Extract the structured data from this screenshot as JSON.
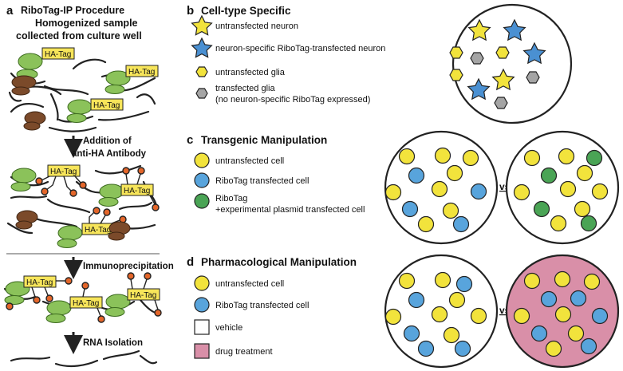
{
  "panel_a": {
    "letter": "a",
    "title_line1": "RiboTag-IP Procedure",
    "title_line2": "Homogenized sample",
    "title_line3": "collected from culture well",
    "tag_label": "HA-Tag",
    "step1_line1": "Addition of",
    "step1_line2": "anti-HA Antibody",
    "step2": "Immunoprecipitation",
    "step3": "RNA Isolation"
  },
  "panel_b": {
    "letter": "b",
    "title": "Cell-type Specific",
    "legend": [
      {
        "shape": "star",
        "color": "#f2e33c",
        "label": "untransfected neuron"
      },
      {
        "shape": "star",
        "color": "#4a90d2",
        "label": "neuron-specific RiboTag-transfected neuron"
      },
      {
        "shape": "hexagon",
        "color": "#f2e33c",
        "label": "untransfected glia"
      },
      {
        "shape": "hexagon",
        "color": "#a5a5a5",
        "label": "transfected glia",
        "label2": "(no neuron-specific RiboTag expressed)"
      }
    ]
  },
  "panel_c": {
    "letter": "c",
    "title": "Transgenic Manipulation",
    "legend": [
      {
        "color": "#f2e33c",
        "label": "untransfected cell"
      },
      {
        "color": "#58a4dc",
        "label": "RiboTag transfected cell"
      },
      {
        "color": "#4aa455",
        "label": "RiboTag",
        "label2": "+experimental plasmid transfected cell"
      }
    ],
    "vs": "vs."
  },
  "panel_d": {
    "letter": "d",
    "title": "Pharmacological Manipulation",
    "legend": [
      {
        "kind": "circle",
        "color": "#f2e33c",
        "label": "untransfected cell"
      },
      {
        "kind": "circle",
        "color": "#58a4dc",
        "label": "RiboTag transfected cell"
      },
      {
        "kind": "square",
        "color": "#ffffff",
        "label": "vehicle"
      },
      {
        "kind": "square",
        "color": "#d98fa8",
        "label": "drug treatment"
      }
    ],
    "vs": "vs."
  },
  "colors": {
    "ribosome_large": "#8bc25a",
    "ribosome_small": "#7b4a2a",
    "tag_fill": "#f7e55a",
    "antibody_bead": "#e4662a",
    "yellow": "#f2e33c",
    "blue": "#4a90d2",
    "green": "#4aa455",
    "gray": "#a5a5a5",
    "drug_bg": "#d98fa8"
  }
}
